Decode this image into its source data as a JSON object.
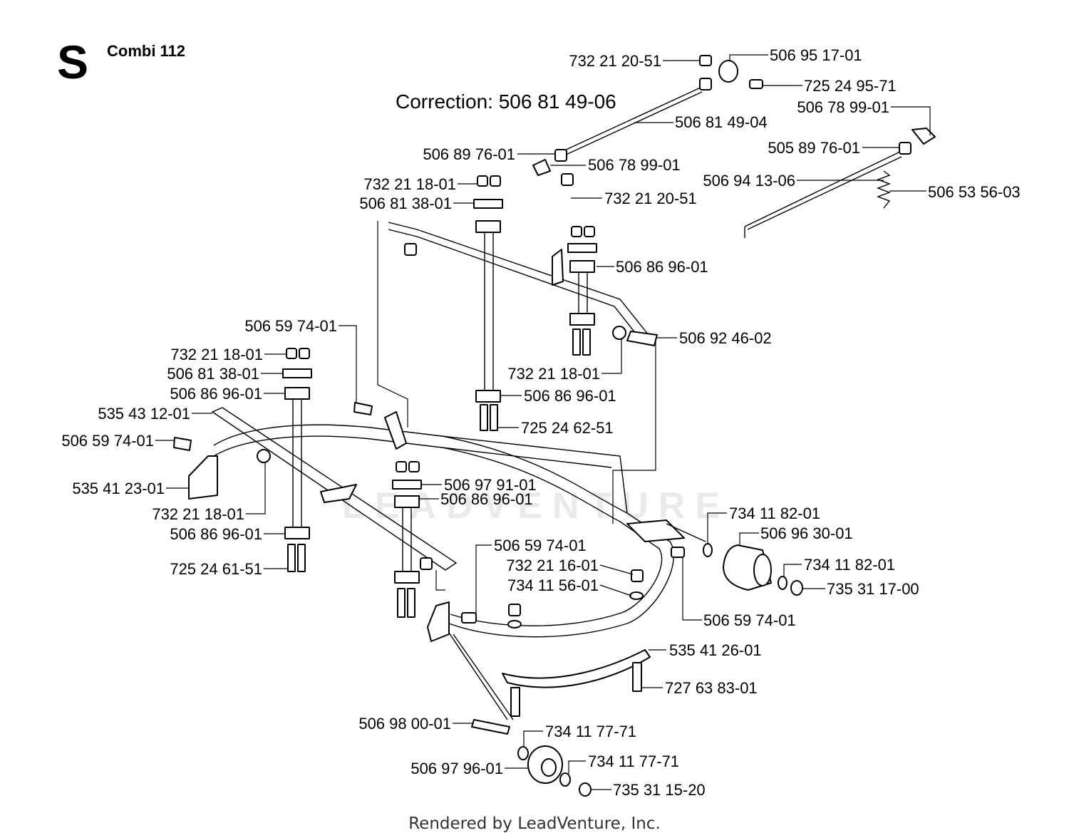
{
  "header": {
    "section_letter": "S",
    "model": "Combi 112",
    "correction": "Correction: 506 81 49-06"
  },
  "footer": {
    "rendered_by": "Rendered by LeadVenture, Inc."
  },
  "watermark": "LEADVENTURE",
  "callouts": [
    "732 21 20-51",
    "506 95 17-01",
    "725 24 95-71",
    "506 81 49-04",
    "506 78 99-01",
    "506 89 76-01",
    "506 78 99-01",
    "732 21 18-01",
    "732 21 20-51",
    "505 89 76-01",
    "506 94 13-06",
    "506 53 56-03",
    "506 81 38-01",
    "506 86 96-01",
    "506 59 74-01",
    "506 92 46-02",
    "732 21 18-01",
    "732 21 18-01",
    "506 81 38-01",
    "506 86 96-01",
    "506 86 96-01",
    "535 43 12-01",
    "725 24 62-51",
    "506 59 74-01",
    "506 97 91-01",
    "535 41 23-01",
    "506 86 96-01",
    "732 21 18-01",
    "734 11 82-01",
    "506 86 96-01",
    "506 96 30-01",
    "506 59 74-01",
    "725 24 61-51",
    "734 11 82-01",
    "732 21 16-01",
    "734 11 56-01",
    "735 31 17-00",
    "506 59 74-01",
    "535 41 26-01",
    "727 63 83-01",
    "506 98 00-01",
    "734 11 77-71",
    "734 11 77-71",
    "506 97 96-01",
    "735 31 15-20"
  ]
}
